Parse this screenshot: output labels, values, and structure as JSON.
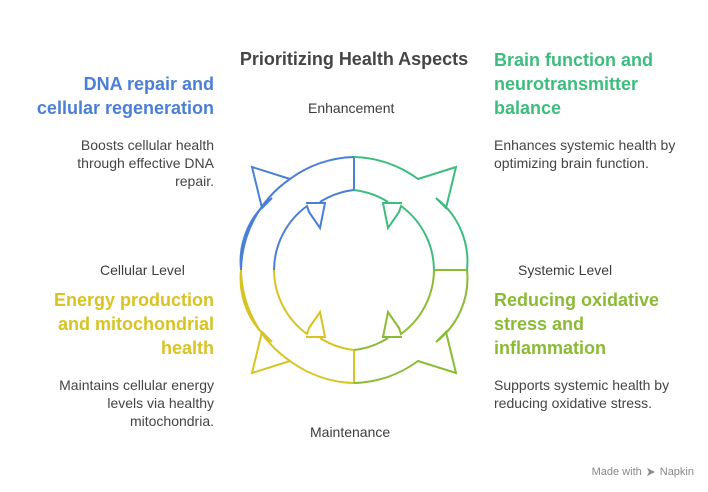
{
  "title": "Prioritizing Health Aspects",
  "axes": {
    "top": "Enhancement",
    "bottom": "Maintenance",
    "left": "Cellular Level",
    "right": "Systemic Level"
  },
  "quadrants": [
    {
      "id": "top-left",
      "title": "DNA repair and cellular regeneration",
      "description": "Boosts cellular health through effective DNA repair.",
      "color": "#4a7fd6"
    },
    {
      "id": "top-right",
      "title": "Brain function and neurotransmitter balance",
      "description": "Enhances systemic health by optimizing brain function.",
      "color": "#3dbd7d"
    },
    {
      "id": "bottom-left",
      "title": "Energy production and mitochondrial health",
      "description": "Maintains cellular energy levels via healthy mitochondria.",
      "color": "#d8c323"
    },
    {
      "id": "bottom-right",
      "title": "Reducing oxidative stress and inflammation",
      "description": "Supports systemic health by reducing oxidative stress.",
      "color": "#8bbb34"
    }
  ],
  "footer": {
    "text": "Made with",
    "brand": "Napkin"
  }
}
